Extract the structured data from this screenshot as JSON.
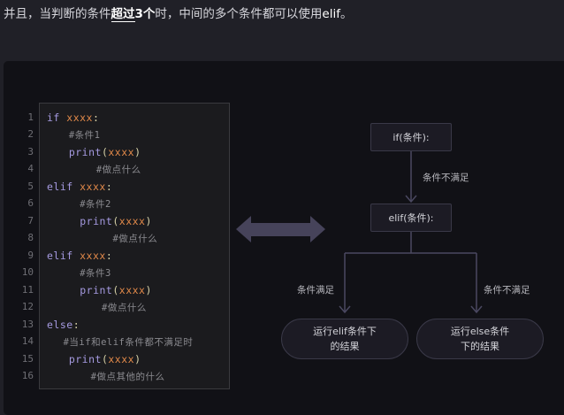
{
  "headline": {
    "part1": "并且，当判断的条件",
    "part2": "超过",
    "part3": "3个",
    "part4": "时，中间的多个条件都可以使用",
    "part5": "elif",
    "part6": "。"
  },
  "code": {
    "line_numbers": [
      "1",
      "2",
      "3",
      "4",
      "5",
      "6",
      "7",
      "8",
      "9",
      "10",
      "11",
      "12",
      "13",
      "14",
      "15",
      "16"
    ],
    "lines": [
      {
        "indent": 0,
        "tokens": [
          {
            "t": "if ",
            "c": "kw"
          },
          {
            "t": "xxxx",
            "c": "var"
          },
          {
            "t": ":",
            "c": "pn"
          }
        ]
      },
      {
        "indent": 4,
        "tokens": [
          {
            "t": "#条件1",
            "c": "cm"
          }
        ]
      },
      {
        "indent": 4,
        "tokens": [
          {
            "t": "print",
            "c": "kw"
          },
          {
            "t": "(",
            "c": "pn"
          },
          {
            "t": "xxxx",
            "c": "var"
          },
          {
            "t": ")",
            "c": "pn"
          }
        ]
      },
      {
        "indent": 9,
        "tokens": [
          {
            "t": "#做点什么",
            "c": "cm"
          }
        ]
      },
      {
        "indent": 0,
        "tokens": [
          {
            "t": "elif ",
            "c": "kw"
          },
          {
            "t": "xxxx",
            "c": "var"
          },
          {
            "t": ":",
            "c": "pn"
          }
        ]
      },
      {
        "indent": 6,
        "tokens": [
          {
            "t": "#条件2",
            "c": "cm"
          }
        ]
      },
      {
        "indent": 6,
        "tokens": [
          {
            "t": "print",
            "c": "kw"
          },
          {
            "t": "(",
            "c": "pn"
          },
          {
            "t": "xxxx",
            "c": "var"
          },
          {
            "t": ")",
            "c": "pn"
          }
        ]
      },
      {
        "indent": 12,
        "tokens": [
          {
            "t": "#做点什么",
            "c": "cm"
          }
        ]
      },
      {
        "indent": 0,
        "tokens": [
          {
            "t": "elif ",
            "c": "kw"
          },
          {
            "t": "xxxx",
            "c": "var"
          },
          {
            "t": ":",
            "c": "pn"
          }
        ]
      },
      {
        "indent": 6,
        "tokens": [
          {
            "t": "#条件3",
            "c": "cm"
          }
        ]
      },
      {
        "indent": 6,
        "tokens": [
          {
            "t": "print",
            "c": "kw"
          },
          {
            "t": "(",
            "c": "pn"
          },
          {
            "t": "xxxx",
            "c": "var"
          },
          {
            "t": ")",
            "c": "pn"
          }
        ]
      },
      {
        "indent": 10,
        "tokens": [
          {
            "t": "#做点什么",
            "c": "cm"
          }
        ]
      },
      {
        "indent": 0,
        "tokens": [
          {
            "t": "else",
            "c": "kw"
          },
          {
            "t": ":",
            "c": "pn"
          }
        ]
      },
      {
        "indent": 3,
        "tokens": [
          {
            "t": "#当if和elif条件都不满足时",
            "c": "cm"
          }
        ]
      },
      {
        "indent": 4,
        "tokens": [
          {
            "t": "print",
            "c": "kw"
          },
          {
            "t": "(",
            "c": "pn"
          },
          {
            "t": "xxxx",
            "c": "var"
          },
          {
            "t": ")",
            "c": "pn"
          }
        ]
      },
      {
        "indent": 8,
        "tokens": [
          {
            "t": "#做点其他的什么",
            "c": "cm"
          }
        ]
      }
    ]
  },
  "flow": {
    "box_if": "if(条件):",
    "box_elif": "elif(条件):",
    "label_not_met_1": "条件不满足",
    "label_met": "条件满足",
    "label_not_met_2": "条件不满足",
    "pill_elif_line1": "运行elif条件下",
    "pill_elif_line2": "的结果",
    "pill_else_line1": "运行else条件",
    "pill_else_line2": "下的结果"
  },
  "colors": {
    "arrow": "#46435a",
    "line": "#4a4860"
  }
}
